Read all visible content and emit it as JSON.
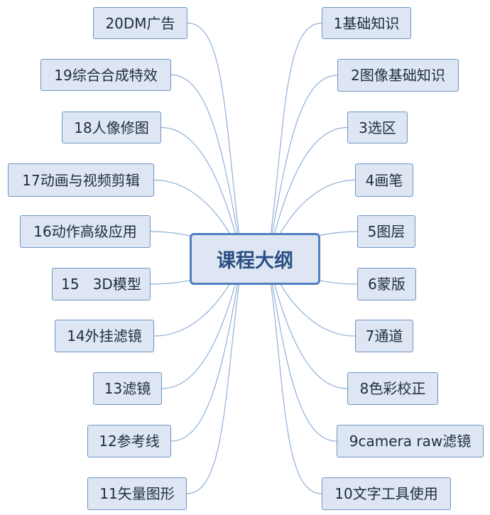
{
  "center": {
    "label": "课程大纲"
  },
  "left_topics": [
    {
      "label": "20DM广告"
    },
    {
      "label": "19综合合成特效"
    },
    {
      "label": "18人像修图"
    },
    {
      "label": "17动画与视频剪辑"
    },
    {
      "label": "16动作高级应用"
    },
    {
      "label": "15   3D模型"
    },
    {
      "label": "14外挂滤镜"
    },
    {
      "label": "13滤镜"
    },
    {
      "label": "12参考线"
    },
    {
      "label": "11矢量图形"
    }
  ],
  "right_topics": [
    {
      "label": "1基础知识"
    },
    {
      "label": "2图像基础知识"
    },
    {
      "label": "3选区"
    },
    {
      "label": "4画笔"
    },
    {
      "label": "5图层"
    },
    {
      "label": "6蒙版"
    },
    {
      "label": "7通道"
    },
    {
      "label": "8色彩校正"
    },
    {
      "label": "9camera raw滤镜"
    },
    {
      "label": "10文字工具使用"
    }
  ],
  "colors": {
    "node_fill": "#dde6f2",
    "node_border": "#6f95c6",
    "center_border": "#4f7fc0",
    "center_text": "#2c4f84",
    "link": "#8fb0d8"
  }
}
